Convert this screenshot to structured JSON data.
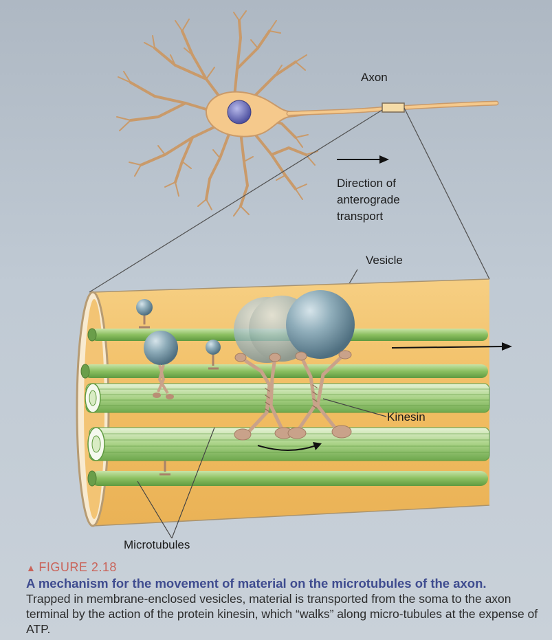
{
  "labels": {
    "axon": "Axon",
    "direction": [
      "Direction of",
      "anterograde",
      "transport"
    ],
    "vesicle": "Vesicle",
    "kinesin": "Kinesin",
    "microtubules": "Microtubules"
  },
  "caption": {
    "figure_number": "FIGURE 2.18",
    "title": "A mechanism for the movement of material on the microtubules of the axon.",
    "body": "Trapped in membrane-enclosed vesicles, material is transported from the soma to the axon terminal by the action of the protein kinesin, which “walks” along micro-tubules at the expense of ATP."
  },
  "colors": {
    "axon_tube": "#f3c472",
    "axon_membrane": "#f7e6c8",
    "microtubule": "#8fc266",
    "vesicle": "#8aa8b5",
    "kinesin": "#c9a28a",
    "caption_title": "#3f4c8f",
    "figure_number": "#c9645a"
  },
  "icons": [
    "neuron-illustration",
    "arrow-right-icon",
    "curved-arrow-icon"
  ]
}
